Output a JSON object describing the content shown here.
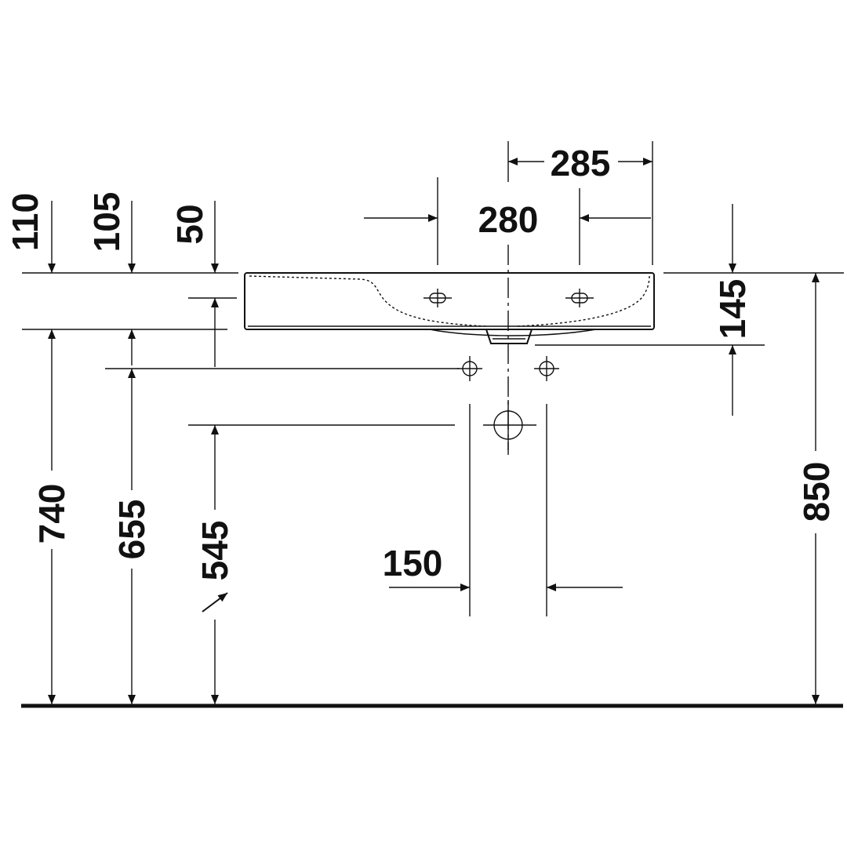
{
  "dimensions": {
    "d110": "110",
    "d105": "105",
    "d50": "50",
    "d740": "740",
    "d655": "655",
    "d545": "545",
    "d285": "285",
    "d280": "280",
    "d145": "145",
    "d850": "850",
    "d150": "150"
  },
  "colors": {
    "line": "#111111",
    "background": "#ffffff"
  }
}
